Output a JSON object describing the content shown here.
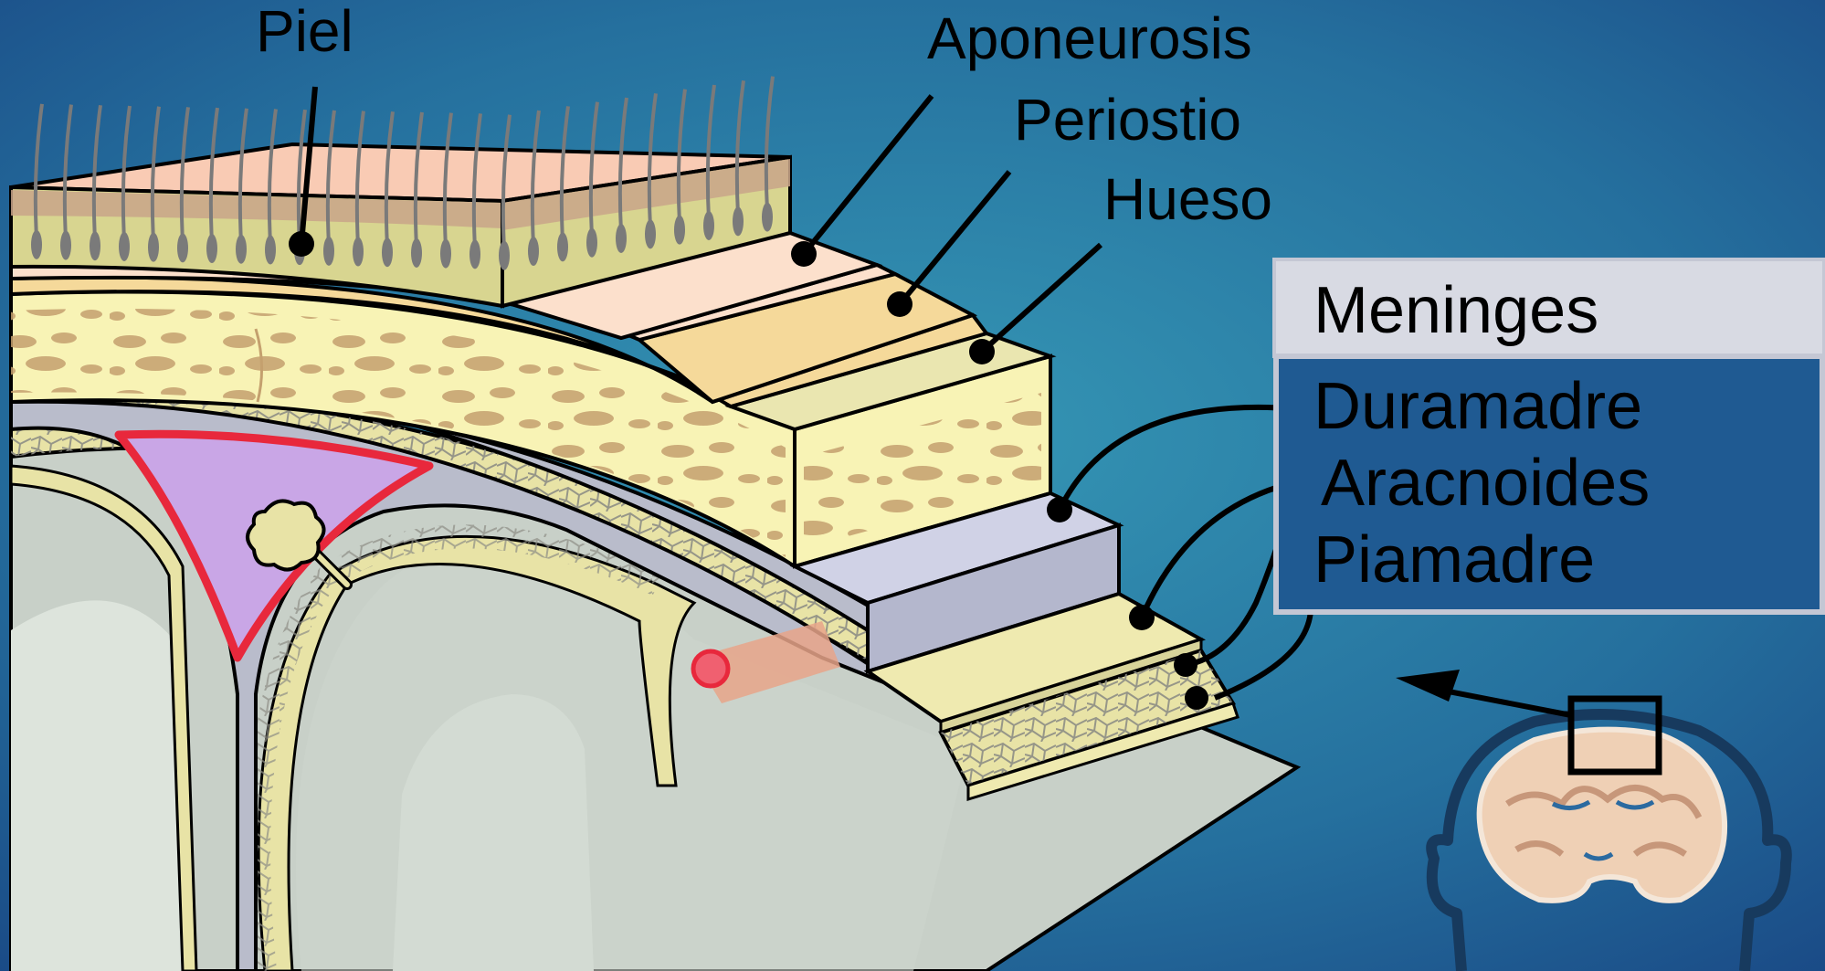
{
  "labels": {
    "skin": "Piel",
    "aponeurosis": "Aponeurosis",
    "periosteum": "Periostio",
    "bone": "Hueso"
  },
  "meninges_box": {
    "title": "Meninges",
    "items": [
      "Duramadre",
      "Aracnoides",
      "Piamadre"
    ]
  },
  "colors": {
    "background_center": "#2f8fb0",
    "background_edge": "#1b4f8a",
    "skin": "#f9cbb4",
    "aponeurosis": "#fce0cc",
    "periosteum": "#f5d99a",
    "bone": "#f8f3b5",
    "dura": "#c3c6de",
    "arachnoid": "#efeab0",
    "brain": "#c9d1c9",
    "sinus": "#c9a6e6",
    "sinus_outline": "#e8283c",
    "meninges_title_bg": "#d8dae3"
  },
  "icons": [
    "head-icon",
    "brain-section-icon",
    "arrow-icon",
    "selection-square-icon"
  ]
}
